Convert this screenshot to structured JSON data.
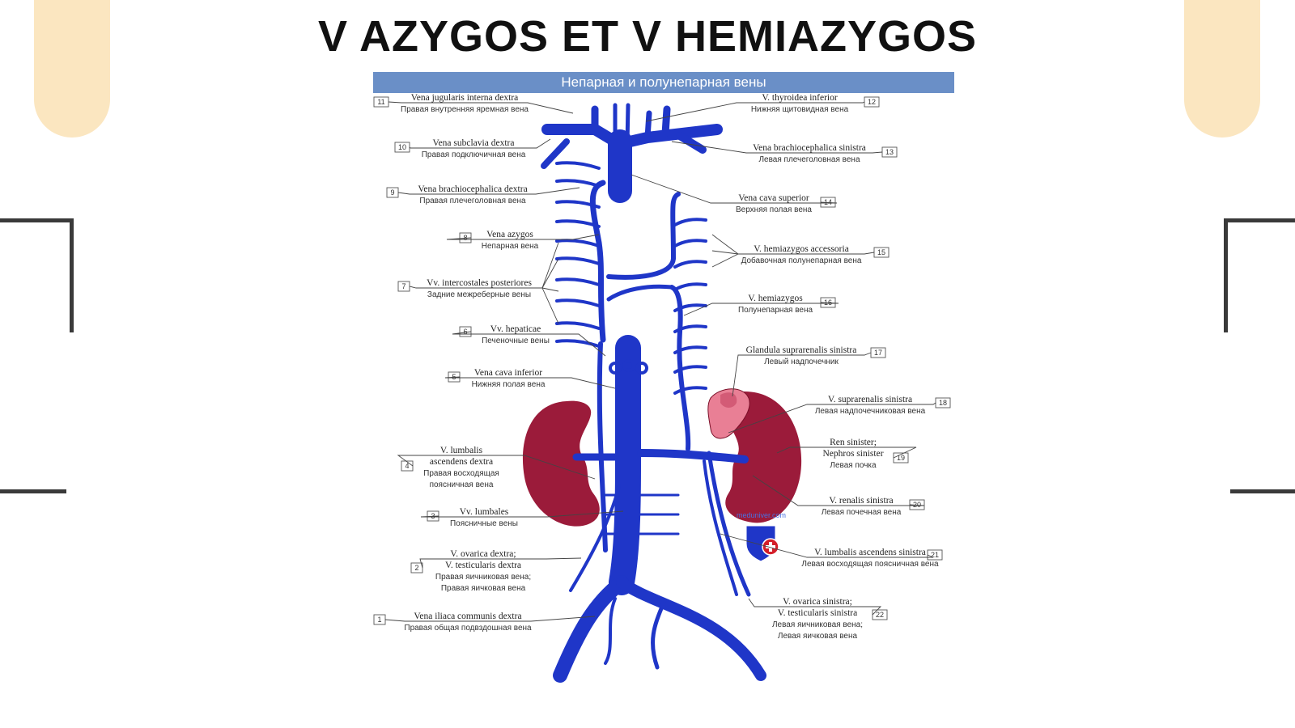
{
  "slide": {
    "title": "V AZYGOS ET V HEMIAZYGOS",
    "banner": "Непарная и полунепарная вены",
    "watermark": "meduniver.com",
    "colors": {
      "accent_beige": "#fbe6c0",
      "banner": "#6a8fc7",
      "vein": "#1f36c8",
      "kidney": "#9b1b3a",
      "adrenal": "#e97f95"
    }
  },
  "labels": [
    {
      "num": "11",
      "lat": [
        "Vena jugularis interna dextra"
      ],
      "ru": [
        "Правая внутренняя яремная вена"
      ]
    },
    {
      "num": "10",
      "lat": [
        "Vena subclavia dextra"
      ],
      "ru": [
        "Правая подключичная вена"
      ]
    },
    {
      "num": "9",
      "lat": [
        "Vena brachiocephalica dextra"
      ],
      "ru": [
        "Правая плечеголовная вена"
      ]
    },
    {
      "num": "8",
      "lat": [
        "Vena azygos"
      ],
      "ru": [
        "Непарная вена"
      ]
    },
    {
      "num": "7",
      "lat": [
        "Vv. intercostales posteriores"
      ],
      "ru": [
        "Задние межреберные вены"
      ]
    },
    {
      "num": "6",
      "lat": [
        "Vv. hepaticae"
      ],
      "ru": [
        "Печеночные вены"
      ]
    },
    {
      "num": "5",
      "lat": [
        "Vena cava inferior"
      ],
      "ru": [
        "Нижняя полая вена"
      ]
    },
    {
      "num": "4",
      "lat": [
        "V. lumbalis",
        "ascendens dextra"
      ],
      "ru": [
        "Правая восходящая",
        "поясничная вена"
      ]
    },
    {
      "num": "3",
      "lat": [
        "Vv. lumbales"
      ],
      "ru": [
        "Поясничные вены"
      ]
    },
    {
      "num": "2",
      "lat": [
        "V. ovarica dextra;",
        "V. testicularis dextra"
      ],
      "ru": [
        "Правая яичниковая вена;",
        "Правая яичковая вена"
      ]
    },
    {
      "num": "1",
      "lat": [
        "Vena iliaca communis dextra"
      ],
      "ru": [
        "Правая общая подвздошная вена"
      ]
    },
    {
      "num": "12",
      "lat": [
        "V. thyroidea inferior"
      ],
      "ru": [
        "Нижняя щитовидная вена"
      ]
    },
    {
      "num": "13",
      "lat": [
        "Vena brachiocephalica sinistra"
      ],
      "ru": [
        "Левая плечеголовная вена"
      ]
    },
    {
      "num": "14",
      "lat": [
        "Vena cava superior"
      ],
      "ru": [
        "Верхняя полая вена"
      ]
    },
    {
      "num": "15",
      "lat": [
        "V. hemiazygos accessoria"
      ],
      "ru": [
        "Добавочная полунепарная вена"
      ]
    },
    {
      "num": "16",
      "lat": [
        "V. hemiazygos"
      ],
      "ru": [
        "Полунепарная вена"
      ]
    },
    {
      "num": "17",
      "lat": [
        "Glandula suprarenalis sinistra"
      ],
      "ru": [
        "Левый надпочечник"
      ]
    },
    {
      "num": "18",
      "lat": [
        "V. suprarenalis sinistra"
      ],
      "ru": [
        "Левая надпочечниковая вена"
      ]
    },
    {
      "num": "19",
      "lat": [
        "Ren sinister;",
        "Nephros sinister"
      ],
      "ru": [
        "Левая почка"
      ]
    },
    {
      "num": "20",
      "lat": [
        "V. renalis sinistra"
      ],
      "ru": [
        "Левая почечная вена"
      ]
    },
    {
      "num": "21",
      "lat": [
        "V. lumbalis ascendens sinistra"
      ],
      "ru": [
        "Левая восходящая поясничная вена"
      ]
    },
    {
      "num": "22",
      "lat": [
        "V. ovarica sinistra;",
        "V. testicularis sinistra"
      ],
      "ru": [
        "Левая яичниковая вена;",
        "Левая яичковая вена"
      ]
    }
  ]
}
